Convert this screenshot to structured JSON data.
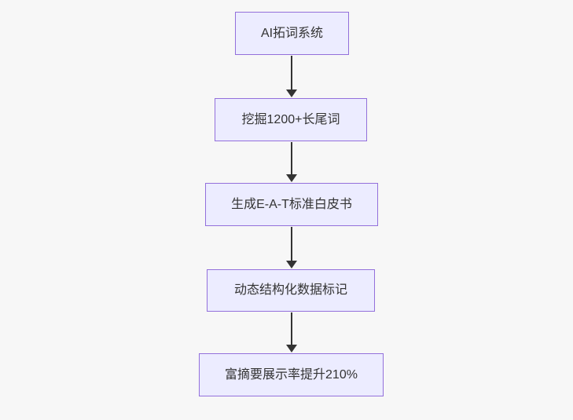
{
  "diagram": {
    "type": "flowchart-vertical",
    "background_color": "#f7f7f7",
    "node_fill_color": "#ECECFF",
    "node_border_color": "#9370DB",
    "text_color": "#333333",
    "arrow_color": "#333333",
    "nodes": [
      {
        "label": "AI拓词系统"
      },
      {
        "label": "挖掘1200+长尾词"
      },
      {
        "label": "生成E-A-T标准白皮书"
      },
      {
        "label": "动态结构化数据标记"
      },
      {
        "label": "富摘要展示率提升210%"
      }
    ],
    "edges": [
      {
        "from": 0,
        "to": 1
      },
      {
        "from": 1,
        "to": 2
      },
      {
        "from": 2,
        "to": 3
      },
      {
        "from": 3,
        "to": 4
      }
    ]
  }
}
